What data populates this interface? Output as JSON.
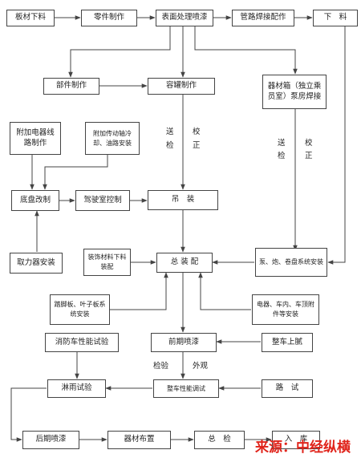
{
  "nodes": {
    "plate_cutting": "板材下料",
    "parts_making_top": "零件制作",
    "surface_spray": "表面处理喷漆",
    "pipe_welding": "管路焊接配作",
    "blanking": "下　料",
    "parts_making": "部件制作",
    "tank_making": "容罐制作",
    "equipment_box": "器材箱（独立乘员室）泵房焊接",
    "electrical_wiring": "附加电器线路制作",
    "transmission_install": "附加传动轴冷却、油路安装",
    "chassis_modify": "底盘改制",
    "cab_control": "驾驶室控制",
    "hoisting": "吊　装",
    "pto_install": "取力器安装",
    "decor_blanking": "装饰材料下料装配",
    "final_assembly": "总 装 配",
    "pump_system": "泵、炮、卷盘系统安装",
    "footboard": "踏脚板、叶子板系统安装",
    "electric_roof": "电器、车内、车顶附件等安装",
    "fire_test": "消防车性能试验",
    "pre_spray": "前期喷漆",
    "putty": "整车上腻",
    "rain_test": "淋雨试验",
    "vehicle_debug": "整车性能调试",
    "road_test": "路　试",
    "post_spray": "后期喷漆",
    "equipment_layout": "器材布置",
    "final_inspection": "总　检",
    "warehousing": "入　库"
  },
  "labels": {
    "send_inspect_1a": "送",
    "send_inspect_1b": "检",
    "qualified_1a": "校",
    "qualified_1b": "正",
    "send_inspect_2a": "送",
    "send_inspect_2b": "检",
    "qualified_2a": "校",
    "qualified_2b": "正",
    "inspection": "检验",
    "appearance": "外观"
  },
  "watermark": "来源：中经纵横",
  "colors": {
    "line": "#444444",
    "watermark": "#e0241b"
  }
}
